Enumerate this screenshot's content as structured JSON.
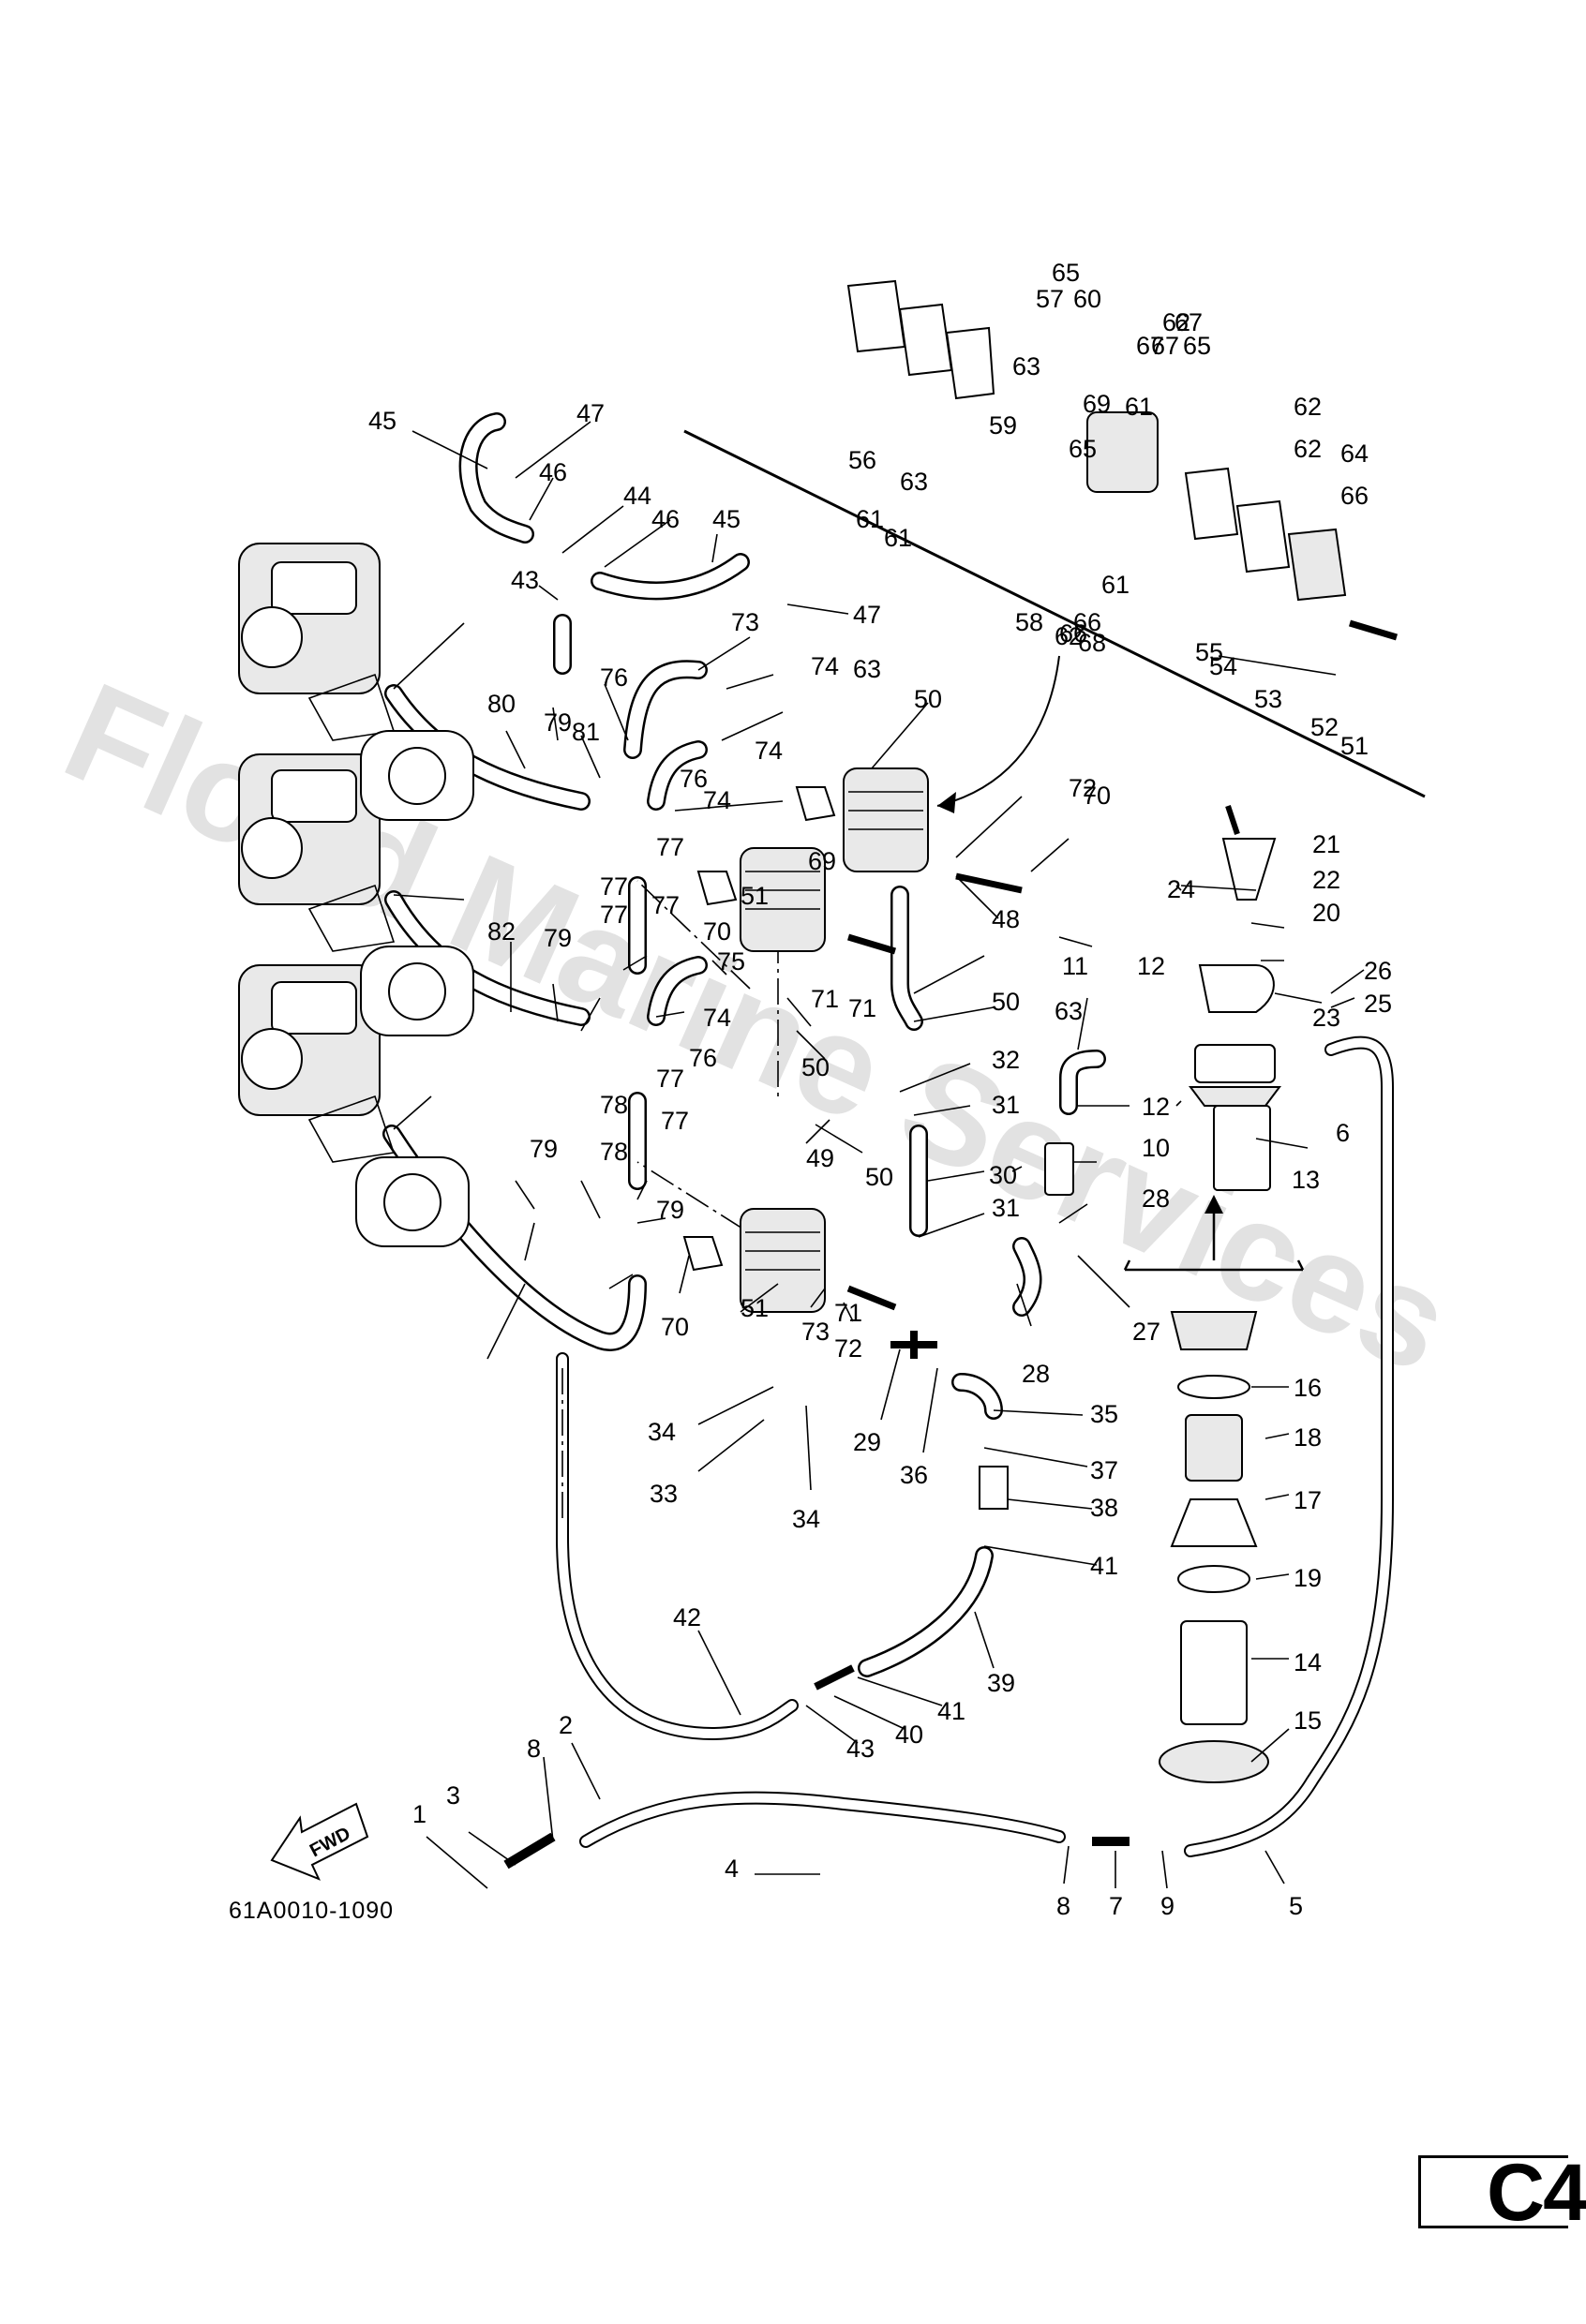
{
  "watermark": "Flood Marine Services",
  "document_code": "61A0010-1090",
  "page_code": "C4",
  "fwd_label": "FWD",
  "callouts": [
    {
      "id": "c1",
      "text": "1"
    },
    {
      "id": "c2",
      "text": "2"
    },
    {
      "id": "c3",
      "text": "3"
    },
    {
      "id": "c4",
      "text": "4"
    },
    {
      "id": "c5",
      "text": "5"
    },
    {
      "id": "c6",
      "text": "6"
    },
    {
      "id": "c7",
      "text": "7"
    },
    {
      "id": "c8a",
      "text": "8"
    },
    {
      "id": "c8b",
      "text": "8"
    },
    {
      "id": "c9",
      "text": "9"
    },
    {
      "id": "c10",
      "text": "10"
    },
    {
      "id": "c11",
      "text": "11"
    },
    {
      "id": "c12a",
      "text": "12"
    },
    {
      "id": "c12b",
      "text": "12"
    },
    {
      "id": "c13",
      "text": "13"
    },
    {
      "id": "c14",
      "text": "14"
    },
    {
      "id": "c15",
      "text": "15"
    },
    {
      "id": "c16",
      "text": "16"
    },
    {
      "id": "c17",
      "text": "17"
    },
    {
      "id": "c18",
      "text": "18"
    },
    {
      "id": "c19",
      "text": "19"
    },
    {
      "id": "c20",
      "text": "20"
    },
    {
      "id": "c21",
      "text": "21"
    },
    {
      "id": "c22",
      "text": "22"
    },
    {
      "id": "c23",
      "text": "23"
    },
    {
      "id": "c24",
      "text": "24"
    },
    {
      "id": "c25",
      "text": "25"
    },
    {
      "id": "c26",
      "text": "26"
    },
    {
      "id": "c27",
      "text": "27"
    },
    {
      "id": "c28a",
      "text": "28"
    },
    {
      "id": "c28b",
      "text": "28"
    },
    {
      "id": "c29",
      "text": "29"
    },
    {
      "id": "c30",
      "text": "30"
    },
    {
      "id": "c31a",
      "text": "31"
    },
    {
      "id": "c31b",
      "text": "31"
    },
    {
      "id": "c32",
      "text": "32"
    },
    {
      "id": "c33",
      "text": "33"
    },
    {
      "id": "c34a",
      "text": "34"
    },
    {
      "id": "c34b",
      "text": "34"
    },
    {
      "id": "c35",
      "text": "35"
    },
    {
      "id": "c36",
      "text": "36"
    },
    {
      "id": "c37",
      "text": "37"
    },
    {
      "id": "c38",
      "text": "38"
    },
    {
      "id": "c39",
      "text": "39"
    },
    {
      "id": "c40",
      "text": "40"
    },
    {
      "id": "c41a",
      "text": "41"
    },
    {
      "id": "c41b",
      "text": "41"
    },
    {
      "id": "c42",
      "text": "42"
    },
    {
      "id": "c43a",
      "text": "43"
    },
    {
      "id": "c43b",
      "text": "43"
    },
    {
      "id": "c44",
      "text": "44"
    },
    {
      "id": "c45a",
      "text": "45"
    },
    {
      "id": "c45b",
      "text": "45"
    },
    {
      "id": "c46a",
      "text": "46"
    },
    {
      "id": "c46b",
      "text": "46"
    },
    {
      "id": "c47a",
      "text": "47"
    },
    {
      "id": "c47b",
      "text": "47"
    },
    {
      "id": "c48",
      "text": "48"
    },
    {
      "id": "c49",
      "text": "49"
    },
    {
      "id": "c50a",
      "text": "50"
    },
    {
      "id": "c50b",
      "text": "50"
    },
    {
      "id": "c50c",
      "text": "50"
    },
    {
      "id": "c50d",
      "text": "50"
    },
    {
      "id": "c51a",
      "text": "51"
    },
    {
      "id": "c51b",
      "text": "51"
    },
    {
      "id": "c51c",
      "text": "51"
    },
    {
      "id": "c52",
      "text": "52"
    },
    {
      "id": "c53",
      "text": "53"
    },
    {
      "id": "c54",
      "text": "54"
    },
    {
      "id": "c55",
      "text": "55"
    },
    {
      "id": "c56",
      "text": "56"
    },
    {
      "id": "c57",
      "text": "57"
    },
    {
      "id": "c58",
      "text": "58"
    },
    {
      "id": "c59",
      "text": "59"
    },
    {
      "id": "c60",
      "text": "60"
    },
    {
      "id": "c61a",
      "text": "61"
    },
    {
      "id": "c61b",
      "text": "61"
    },
    {
      "id": "c61c",
      "text": "61"
    },
    {
      "id": "c61d",
      "text": "61"
    },
    {
      "id": "c62a",
      "text": "62"
    },
    {
      "id": "c62b",
      "text": "62"
    },
    {
      "id": "c62c",
      "text": "62"
    },
    {
      "id": "c62d",
      "text": "62"
    },
    {
      "id": "c63a",
      "text": "63"
    },
    {
      "id": "c63b",
      "text": "63"
    },
    {
      "id": "c63c",
      "text": "63"
    },
    {
      "id": "c63d",
      "text": "63"
    },
    {
      "id": "c64",
      "text": "64"
    },
    {
      "id": "c65a",
      "text": "65"
    },
    {
      "id": "c65b",
      "text": "65"
    },
    {
      "id": "c65c",
      "text": "65"
    },
    {
      "id": "c66a",
      "text": "66"
    },
    {
      "id": "c66b",
      "text": "66"
    },
    {
      "id": "c66c",
      "text": "66"
    },
    {
      "id": "c67a",
      "text": "67"
    },
    {
      "id": "c67b",
      "text": "67"
    },
    {
      "id": "c67c",
      "text": "67"
    },
    {
      "id": "c68",
      "text": "68"
    },
    {
      "id": "c69a",
      "text": "69"
    },
    {
      "id": "c69b",
      "text": "69"
    },
    {
      "id": "c70a",
      "text": "70"
    },
    {
      "id": "c70b",
      "text": "70"
    },
    {
      "id": "c70c",
      "text": "70"
    },
    {
      "id": "c71a",
      "text": "71"
    },
    {
      "id": "c71b",
      "text": "71"
    },
    {
      "id": "c71c",
      "text": "71"
    },
    {
      "id": "c72a",
      "text": "72"
    },
    {
      "id": "c72b",
      "text": "72"
    },
    {
      "id": "c73a",
      "text": "73"
    },
    {
      "id": "c73b",
      "text": "73"
    },
    {
      "id": "c74a",
      "text": "74"
    },
    {
      "id": "c74b",
      "text": "74"
    },
    {
      "id": "c74c",
      "text": "74"
    },
    {
      "id": "c74d",
      "text": "74"
    },
    {
      "id": "c75",
      "text": "75"
    },
    {
      "id": "c76a",
      "text": "76"
    },
    {
      "id": "c76b",
      "text": "76"
    },
    {
      "id": "c76c",
      "text": "76"
    },
    {
      "id": "c77a",
      "text": "77"
    },
    {
      "id": "c77b",
      "text": "77"
    },
    {
      "id": "c77c",
      "text": "77"
    },
    {
      "id": "c77d",
      "text": "77"
    },
    {
      "id": "c77e",
      "text": "77"
    },
    {
      "id": "c77f",
      "text": "77"
    },
    {
      "id": "c78a",
      "text": "78"
    },
    {
      "id": "c78b",
      "text": "78"
    },
    {
      "id": "c79a",
      "text": "79"
    },
    {
      "id": "c79b",
      "text": "79"
    },
    {
      "id": "c79c",
      "text": "79"
    },
    {
      "id": "c79d",
      "text": "79"
    },
    {
      "id": "c80",
      "text": "80"
    },
    {
      "id": "c81",
      "text": "81"
    },
    {
      "id": "c82",
      "text": "82"
    }
  ]
}
